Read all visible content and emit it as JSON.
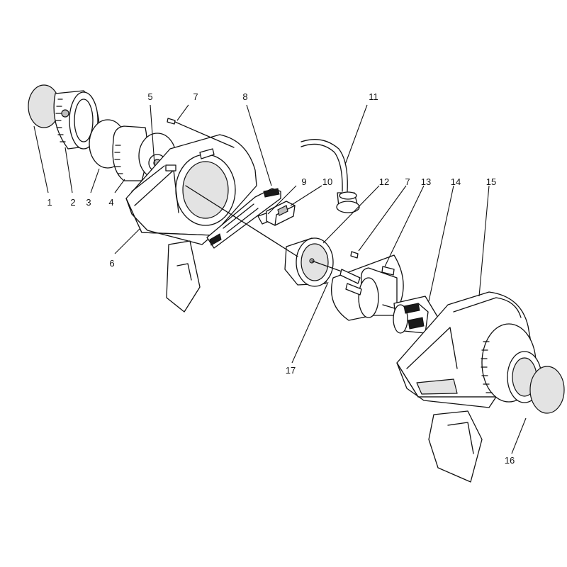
{
  "callouts": [
    {
      "id": "c1",
      "text": "1"
    },
    {
      "id": "c2",
      "text": "2"
    },
    {
      "id": "c3",
      "text": "3"
    },
    {
      "id": "c4",
      "text": "4"
    },
    {
      "id": "c5",
      "text": "5"
    },
    {
      "id": "c6",
      "text": "6"
    },
    {
      "id": "c7a",
      "text": "7"
    },
    {
      "id": "c7b",
      "text": "7"
    },
    {
      "id": "c8",
      "text": "8"
    },
    {
      "id": "c9",
      "text": "9"
    },
    {
      "id": "c10",
      "text": "10"
    },
    {
      "id": "c11",
      "text": "11"
    },
    {
      "id": "c12",
      "text": "12"
    },
    {
      "id": "c13",
      "text": "13"
    },
    {
      "id": "c14",
      "text": "14"
    },
    {
      "id": "c15",
      "text": "15"
    },
    {
      "id": "c16",
      "text": "16"
    },
    {
      "id": "c17",
      "text": "17"
    }
  ]
}
